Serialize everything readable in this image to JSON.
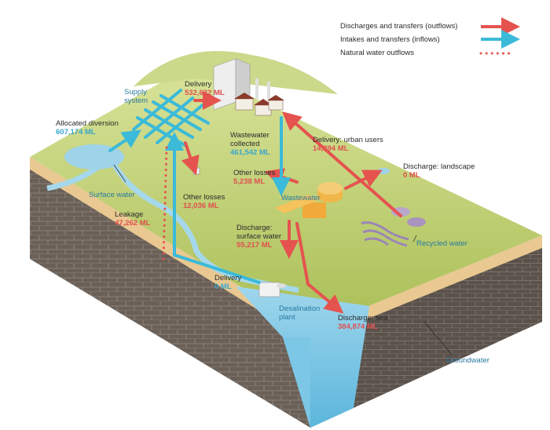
{
  "legend": {
    "outflows": "Discharges and transfers (outflows)",
    "inflows": "Intakes and transfers (inflows)",
    "natural": "Natural water outflows"
  },
  "colors": {
    "outflow": "#e5534f",
    "inflow": "#3bbad9",
    "natural": "#e5534f"
  },
  "labels": {
    "supply_system": "Supply system",
    "delivery_top": {
      "name": "Delivery",
      "value": "532,632 ML"
    },
    "allocated_diversion": {
      "name": "Allocated diversion",
      "value": "607,174 ML"
    },
    "wastewater_collected": {
      "name": "Wastewater collected",
      "value": "461,542 ML"
    },
    "delivery_urban": {
      "name": "Delivery: urban users",
      "value": "14,394 ML"
    },
    "discharge_landscape": {
      "name": "Discharge: landscape",
      "value": "0 ML"
    },
    "other_losses_ww": {
      "name": "Other losses",
      "value": "5,238 ML"
    },
    "other_losses_supply": {
      "name": "Other losses",
      "value": "12,036 ML"
    },
    "surface_water": "Surface water",
    "wastewater": "Wastewater",
    "leakage": {
      "name": "Leakage",
      "value": "47,262 ML"
    },
    "discharge_surface": {
      "name": "Discharge: surface water",
      "value": "55,217 ML"
    },
    "recycled_water": "Recycled water",
    "delivery_desal": {
      "name": "Delivery",
      "value": "0 ML"
    },
    "desalination_plant": "Desalination plant",
    "discharge_sea": {
      "name": "Discharge: sea",
      "value": "384,874 ML"
    },
    "groundwater": "Groundwater"
  }
}
